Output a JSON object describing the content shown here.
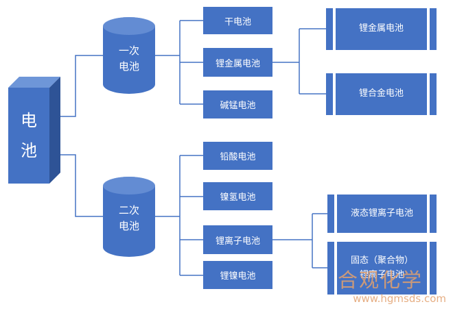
{
  "colors": {
    "shape_blue": "#4472C4",
    "shape_blue_top": "#6E96D8",
    "shape_blue_side": "#2E5396",
    "connector": "#4472C4",
    "watermark": "#E2A06E"
  },
  "root": {
    "label_chars": [
      "电",
      "池"
    ]
  },
  "groups": {
    "primary": {
      "line1": "一次",
      "line2": "电池"
    },
    "secondary": {
      "line1": "二次",
      "line2": "电池"
    }
  },
  "primary_items": [
    "干电池",
    "锂金属电池",
    "碱锰电池"
  ],
  "lithium_metal_items": [
    "锂金属电池",
    "锂合金电池"
  ],
  "secondary_items": [
    "铅酸电池",
    "镍氢电池",
    "锂离子电池",
    "锂镍电池"
  ],
  "lithium_ion_items": [
    [
      "液态锂离子电池"
    ],
    [
      "固态（聚合物）",
      "锂离子电池"
    ]
  ],
  "watermark": {
    "title": "合观化学",
    "url": "www.hgmsds.com"
  }
}
